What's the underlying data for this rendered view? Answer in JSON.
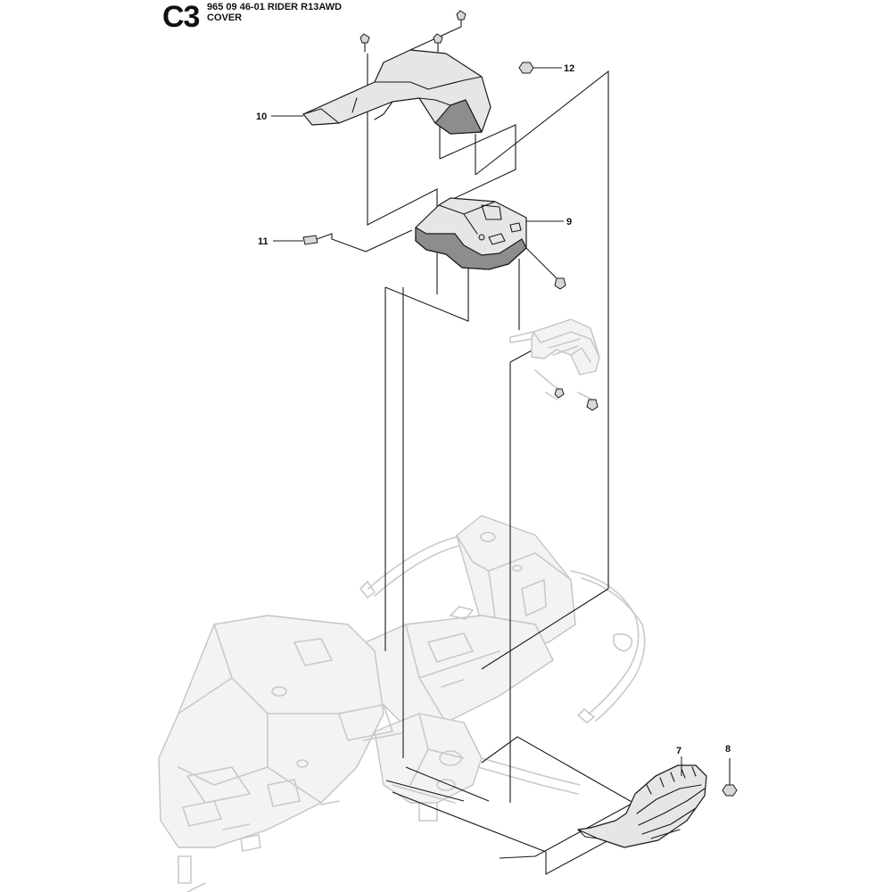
{
  "header": {
    "section_code": "C3",
    "model_line": "965 09 46-01 RIDER R13AWD",
    "section_name": "COVER"
  },
  "callouts": [
    {
      "id": "c12",
      "label": "12"
    },
    {
      "id": "c10",
      "label": "10"
    },
    {
      "id": "c9",
      "label": "9"
    },
    {
      "id": "c11",
      "label": "11"
    },
    {
      "id": "c7",
      "label": "7"
    },
    {
      "id": "c8",
      "label": "8"
    }
  ]
}
